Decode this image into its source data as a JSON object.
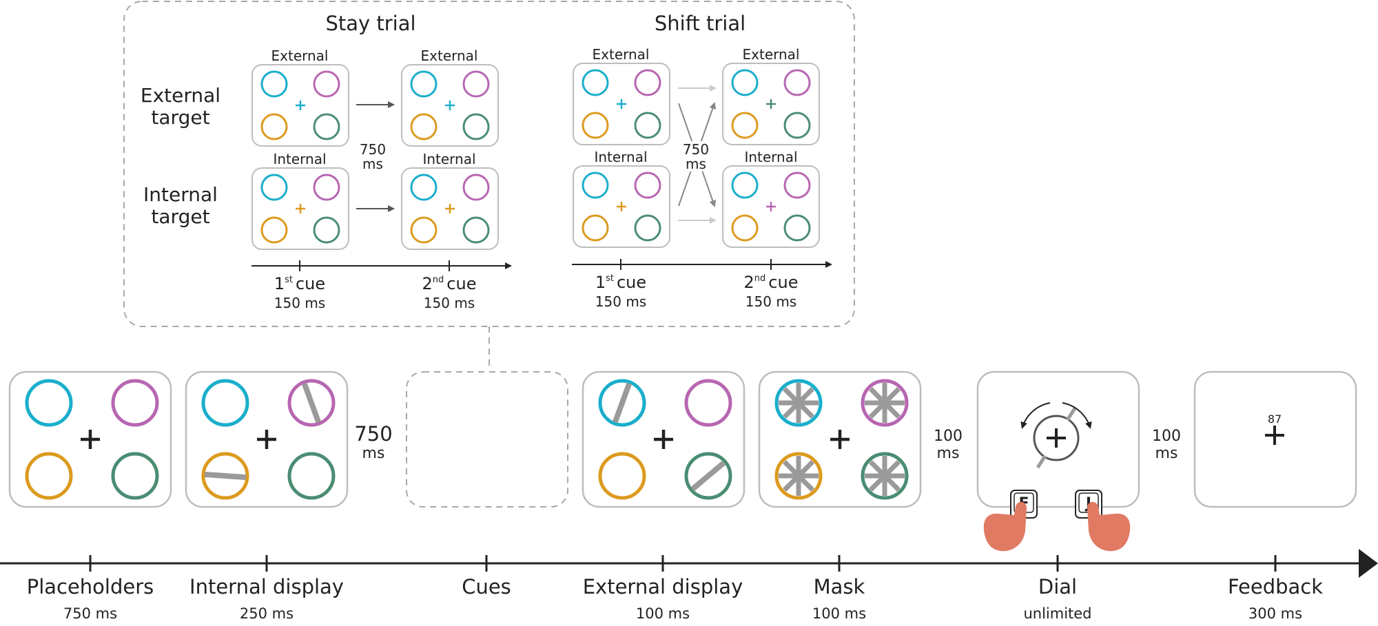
{
  "colors": {
    "cyan": "#1aaecb",
    "magenta": "#b766b2",
    "orange": "#dc9a1e",
    "green": "#4a8d72",
    "gray_bar": "#9a9a9a",
    "frame": "#bdbdbd",
    "text": "#222222",
    "hand": "#e07a62"
  },
  "inset": {
    "stay_title": "Stay trial",
    "shift_title": "Shift trial",
    "row_external": [
      "External",
      "target"
    ],
    "row_internal": [
      "Internal",
      "target"
    ],
    "label_external": "External",
    "label_internal": "Internal",
    "delay": [
      "750",
      "ms"
    ],
    "first_cue": {
      "num": "1",
      "sup": "st",
      "word": "cue",
      "dur": "150 ms"
    },
    "second_cue": {
      "num": "2",
      "sup": "nd",
      "word": "cue",
      "dur": "150 ms"
    }
  },
  "timeline": {
    "events": [
      {
        "name": "Placeholders",
        "dur": "750 ms"
      },
      {
        "name": "Internal display",
        "dur": "250 ms"
      },
      {
        "name": "Cues",
        "dur": ""
      },
      {
        "name": "External display",
        "dur": "100 ms"
      },
      {
        "name": "Mask",
        "dur": "100 ms"
      },
      {
        "name": "Dial",
        "dur": "unlimited"
      },
      {
        "name": "Feedback",
        "dur": "300 ms"
      }
    ],
    "gaps": [
      {
        "value": "750",
        "unit": "ms"
      },
      {
        "value": "100",
        "unit": "ms"
      },
      {
        "value": "100",
        "unit": "ms"
      }
    ]
  },
  "dial": {
    "key_left": "F",
    "key_right": "J"
  },
  "feedback": {
    "score": "87"
  }
}
